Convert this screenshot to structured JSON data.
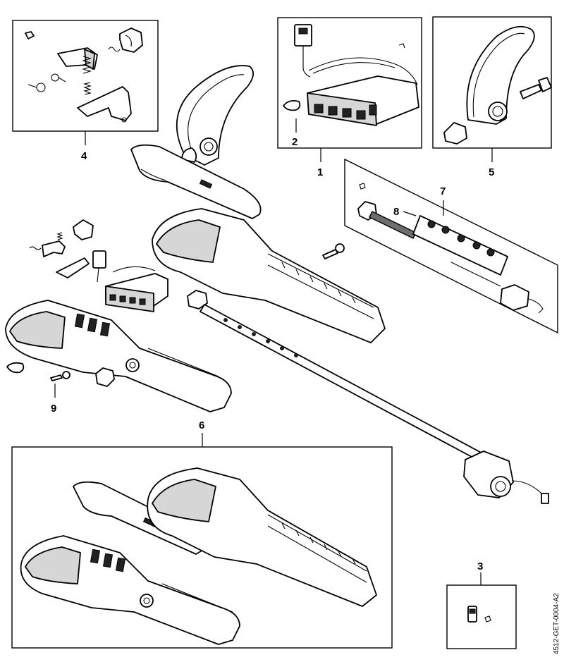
{
  "callouts": {
    "c1": "1",
    "c2": "2",
    "c3": "3",
    "c4": "4",
    "c5": "5",
    "c6": "6",
    "c7": "7",
    "c8": "8",
    "c9": "9"
  },
  "document_id": "4512-GET-0004-A2"
}
